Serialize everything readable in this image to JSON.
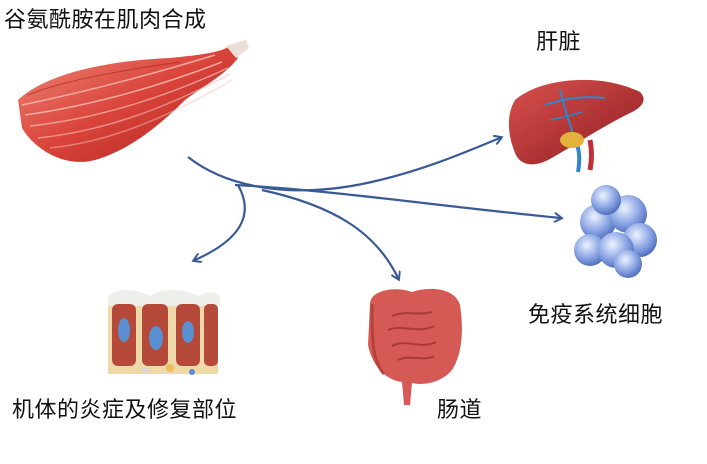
{
  "labels": {
    "source": "谷氨酰胺在肌肉合成",
    "liver": "肝脏",
    "immune_cells": "免疫系统细胞",
    "repair_sites": "机体的炎症及修复部位",
    "intestine": "肠道"
  },
  "colors": {
    "arrow": "#3a5a95",
    "muscle": "#d9433a",
    "liver": "#b2262a",
    "liver_vessels": "#2f86c8",
    "immune_cell": "#6f8fd6",
    "intestine": "#d55a55",
    "tissue": "#b54a3a",
    "text": "#111111"
  },
  "icons": [
    "muscle-illustration",
    "liver-illustration",
    "immune-cells-illustration",
    "tissue-repair-illustration",
    "intestine-illustration"
  ]
}
